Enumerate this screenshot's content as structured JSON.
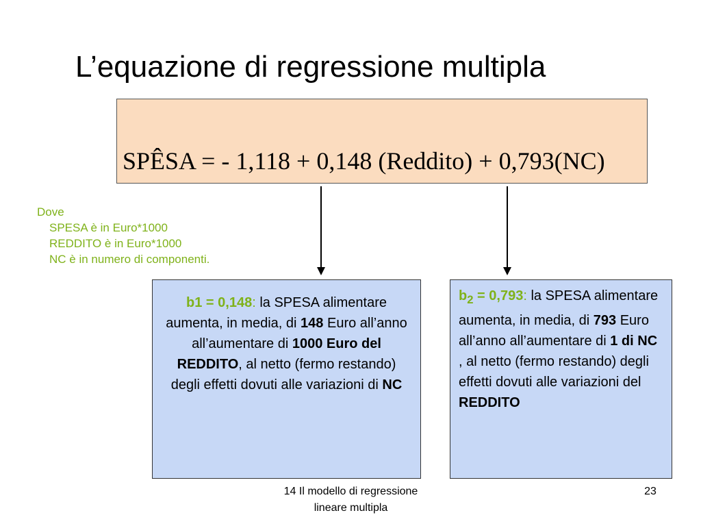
{
  "slide": {
    "title": "L’equazione di regressione multipla",
    "equation": "SPÊSA = - 1,118 + 0,148 (Reddito) + 0,793(NC)"
  },
  "notes": {
    "heading": "Dove",
    "lines": [
      "SPESA è in Euro*1000",
      "REDDITO è in Euro*1000",
      "NC è in numero di componenti."
    ]
  },
  "box_left": {
    "coef_label": "b1 = 0,148",
    "colon": ":",
    "t1": " la SPESA alimentare aumenta, in media, di ",
    "bold1": "148",
    "t2": " Euro all’anno all’aumentare di ",
    "bold2": "1000 Euro del REDDITO",
    "t3": ", al netto (fermo restando) degli effetti dovuti alle variazioni di ",
    "bold3": "NC"
  },
  "box_right": {
    "coef_b": "b",
    "coef_sub": "2",
    "coef_rest": " = 0,793",
    "colon": ":",
    "t1": " la SPESA alimentare aumenta, in media, di ",
    "bold1": "793",
    "t2": " Euro all’anno all’aumentare di ",
    "bold2": "1 di NC",
    "t3": " , al netto (fermo restando) degli effetti dovuti alle variazioni del ",
    "bold3": "REDDITO"
  },
  "footer": {
    "line1": "14 Il modello di regressione",
    "line2": "lineare multipla",
    "page": "23"
  }
}
